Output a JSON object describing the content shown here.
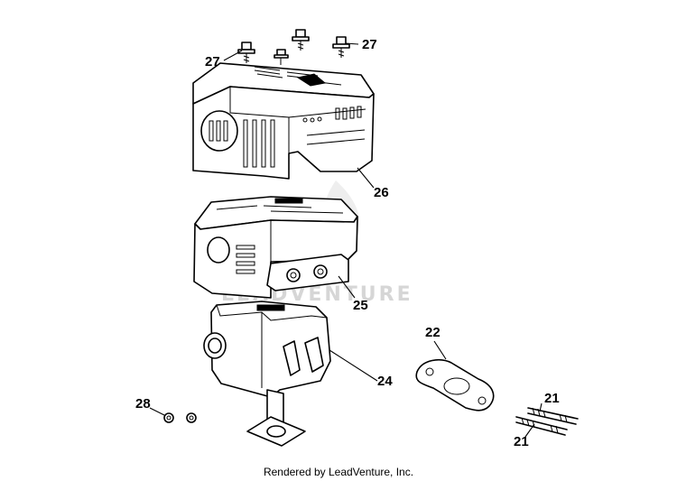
{
  "diagram": {
    "callouts": {
      "c27a": "27",
      "c27b": "27",
      "c26": "26",
      "c25": "25",
      "c24": "24",
      "c22": "22",
      "c28": "28",
      "c21a": "21",
      "c21b": "21"
    },
    "watermark": "LEADVENTURE",
    "footer": "Rendered by LeadVenture, Inc."
  }
}
